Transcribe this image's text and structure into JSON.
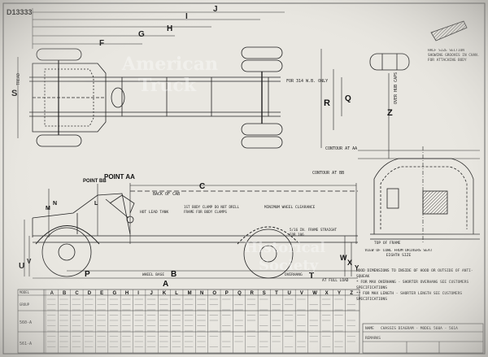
{
  "drawing": {
    "number": "D13333",
    "point_labels": {
      "point_bb": "POINT BB",
      "point_aa": "POINT AA"
    },
    "dimension_letters": {
      "J": "J",
      "I": "I",
      "H": "H",
      "G": "G",
      "F": "F",
      "S": "S",
      "R": "R",
      "Q": "Q",
      "Z": "Z",
      "C": "C",
      "B": "B",
      "A": "A",
      "P": "P",
      "T": "T",
      "U": "U",
      "V": "V",
      "W": "W",
      "X": "X",
      "Y": "Y",
      "M": "M",
      "N": "N",
      "L": "L"
    },
    "top_view_notes": {
      "tread": "TREAD",
      "frame_width": "FOR 314 W.B. ONLY",
      "over_hub_caps": "OVER HUB CAPS",
      "half_size_section": "HALF SIZE SECTION SHOWING GROOVES IN CHAN. FOR ATTACHING BODY"
    },
    "side_view_notes": {
      "back_of_cab": "BACK OF CAB",
      "first_body_clamp": "1ST BODY CLAMP DO NOT DRILL FRAME FOR BODY CLAMPS",
      "wheel_clearance": "MINIMUM WHEEL CLEARANCE",
      "frame_straight": "5/16 IN. FRAME STRAIGHT FOR 106",
      "wheel_base": "WHEEL BASE",
      "overhang": "OVERHANG",
      "at_full_load": "AT FULL LOAD",
      "hot_lead": "HOT LEAD TANK"
    },
    "rear_view_notes": {
      "contour_a": "CONTOUR AT AA",
      "contour_b": "CONTOUR AT BB",
      "top_of_frame": "TOP OF FRAME",
      "view_caption": "VIEW OF COWL FROM DRIVERS SEAT EIGHTH SIZE"
    },
    "spec_notes": [
      "HOOD DIMENSIONS TO INSIDE OF HOOD OR OUTSIDE OF ANTI-SQUEAK",
      "* FOR MAX OVERHANG - SHORTER OVERHANG SEE CUSTOMERS SPECIFICATIONS",
      "** FOR MAX LENGTH - SHORTER LENGTH SEE CUSTOMERS SPECIFICATIONS"
    ]
  },
  "dimension_table": {
    "columns": [
      "A",
      "B",
      "C",
      "D",
      "E",
      "G",
      "H",
      "I",
      "J",
      "K",
      "L",
      "M",
      "N",
      "O",
      "P",
      "Q",
      "R",
      "S",
      "T",
      "U",
      "V",
      "W",
      "X",
      "Y",
      "Z"
    ],
    "row_headers": [
      "MODEL",
      "GROUP",
      "560-A",
      "561-A"
    ]
  },
  "title_block": {
    "name_label": "NAME",
    "name_value": "CHASSIS DIAGRAM - MODEL 560A - 561A",
    "remarks_label": "REMARKS"
  },
  "watermark": {
    "line1": "American",
    "line2": "Truck",
    "line3": "Historical",
    "line4": "Society"
  }
}
